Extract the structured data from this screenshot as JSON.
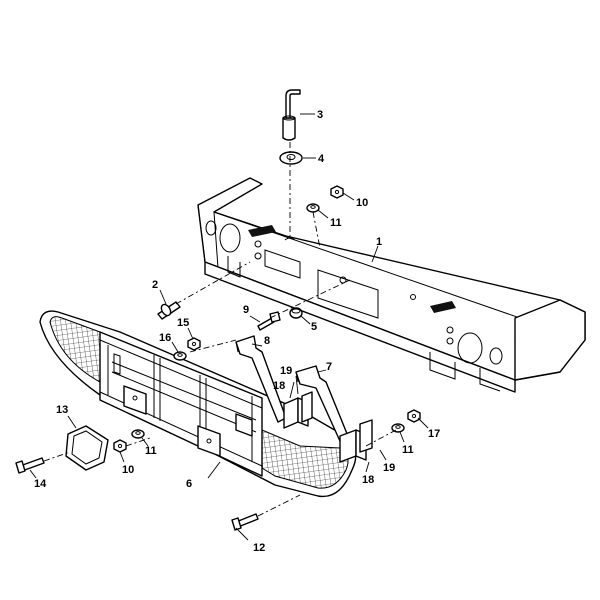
{
  "callouts": [
    {
      "id": "c1",
      "label": "1"
    },
    {
      "id": "c2",
      "label": "2"
    },
    {
      "id": "c3",
      "label": "3"
    },
    {
      "id": "c4",
      "label": "4"
    },
    {
      "id": "c5",
      "label": "5"
    },
    {
      "id": "c6",
      "label": "6"
    },
    {
      "id": "c7",
      "label": "7"
    },
    {
      "id": "c8",
      "label": "8"
    },
    {
      "id": "c9",
      "label": "9"
    },
    {
      "id": "c10a",
      "label": "10"
    },
    {
      "id": "c10b",
      "label": "10"
    },
    {
      "id": "c11a",
      "label": "11"
    },
    {
      "id": "c11b",
      "label": "11"
    },
    {
      "id": "c11c",
      "label": "11"
    },
    {
      "id": "c12",
      "label": "12"
    },
    {
      "id": "c13",
      "label": "13"
    },
    {
      "id": "c14",
      "label": "14"
    },
    {
      "id": "c15",
      "label": "15"
    },
    {
      "id": "c16",
      "label": "16"
    },
    {
      "id": "c17",
      "label": "17"
    },
    {
      "id": "c18a",
      "label": "18"
    },
    {
      "id": "c18b",
      "label": "18"
    },
    {
      "id": "c19a",
      "label": "19"
    },
    {
      "id": "c19b",
      "label": "19"
    }
  ]
}
